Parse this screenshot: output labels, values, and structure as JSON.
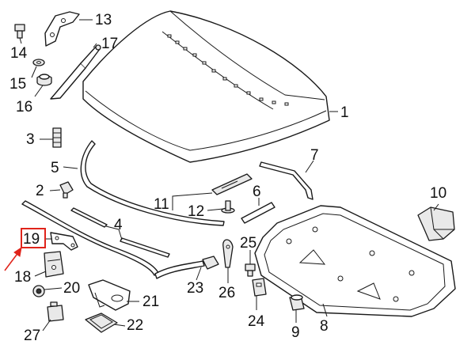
{
  "colors": {
    "line": "#1a1a1a",
    "highlight": "#e0241b",
    "background": "#ffffff"
  },
  "callouts": [
    {
      "id": "1",
      "text": "1"
    },
    {
      "id": "2",
      "text": "2"
    },
    {
      "id": "3",
      "text": "3"
    },
    {
      "id": "4",
      "text": "4"
    },
    {
      "id": "5",
      "text": "5"
    },
    {
      "id": "6",
      "text": "6"
    },
    {
      "id": "7",
      "text": "7"
    },
    {
      "id": "8",
      "text": "8"
    },
    {
      "id": "9",
      "text": "9"
    },
    {
      "id": "10",
      "text": "10"
    },
    {
      "id": "11",
      "text": "11"
    },
    {
      "id": "12",
      "text": "12"
    },
    {
      "id": "13",
      "text": "13"
    },
    {
      "id": "14",
      "text": "14"
    },
    {
      "id": "15",
      "text": "15"
    },
    {
      "id": "16",
      "text": "16"
    },
    {
      "id": "17",
      "text": "17"
    },
    {
      "id": "18",
      "text": "18"
    },
    {
      "id": "19",
      "text": "19"
    },
    {
      "id": "20",
      "text": "20"
    },
    {
      "id": "21",
      "text": "21"
    },
    {
      "id": "22",
      "text": "22"
    },
    {
      "id": "23",
      "text": "23"
    },
    {
      "id": "24",
      "text": "24"
    },
    {
      "id": "25",
      "text": "25"
    },
    {
      "id": "26",
      "text": "26"
    },
    {
      "id": "27",
      "text": "27"
    }
  ],
  "highlighted_callout": "19"
}
